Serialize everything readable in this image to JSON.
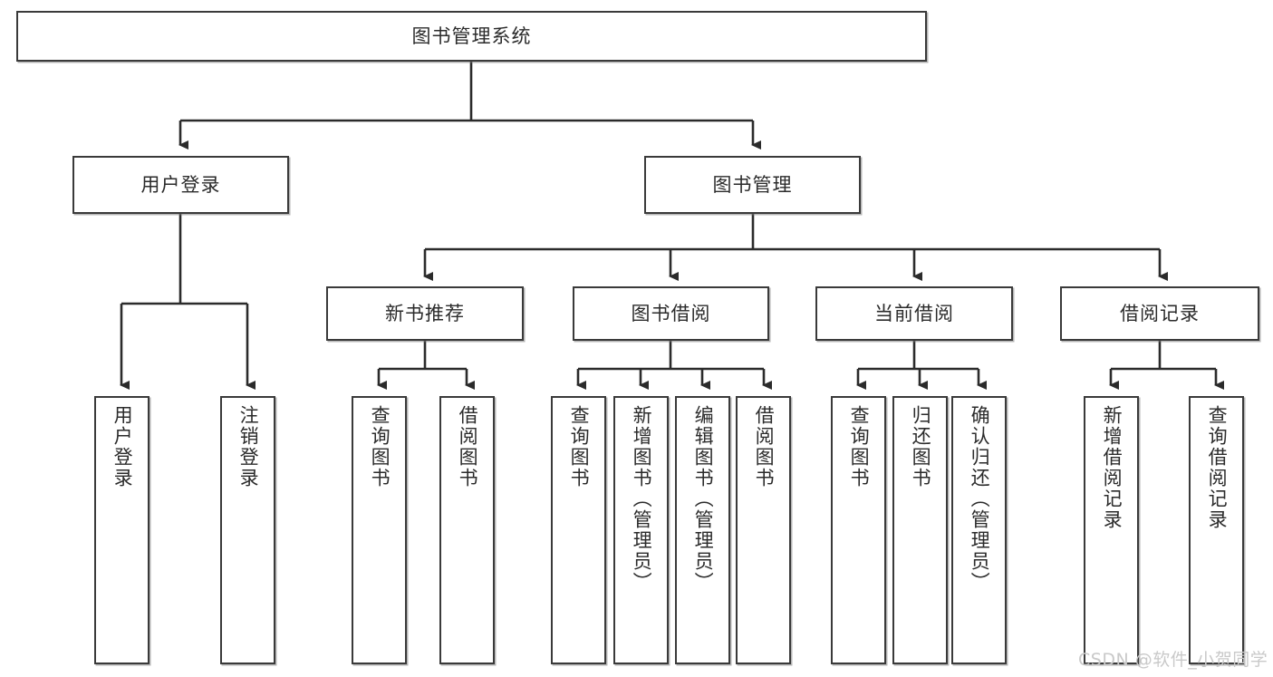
{
  "diagram": {
    "type": "tree-hierarchy",
    "title": "图书管理系统",
    "watermark": "CSDN @软件_小贺同学",
    "colors": {
      "box_border": "#3a3a3a",
      "box_fill": "#ffffff",
      "connector": "#2b2b2b",
      "text": "#2b2b2b",
      "watermark": "#c9c9c9",
      "background": "#ffffff"
    },
    "root": {
      "label": "图书管理系统"
    },
    "level2": [
      {
        "label": "用户登录"
      },
      {
        "label": "图书管理"
      }
    ],
    "level3": [
      {
        "label": "新书推荐"
      },
      {
        "label": "图书借阅"
      },
      {
        "label": "当前借阅"
      },
      {
        "label": "借阅记录"
      }
    ],
    "leaves": {
      "user_login": [
        {
          "label": "用户登录"
        },
        {
          "label": "注销登录"
        }
      ],
      "new_book_recommend": [
        {
          "label": "查询图书"
        },
        {
          "label": "借阅图书"
        }
      ],
      "book_borrow": [
        {
          "label": "查询图书"
        },
        {
          "label": "新增图书（管理员）"
        },
        {
          "label": "编辑图书（管理员）"
        },
        {
          "label": "借阅图书"
        }
      ],
      "current_borrow": [
        {
          "label": "查询图书"
        },
        {
          "label": "归还图书"
        },
        {
          "label": "确认归还（管理员）"
        }
      ],
      "borrow_record": [
        {
          "label": "新增借阅记录"
        },
        {
          "label": "查询借阅记录"
        }
      ]
    }
  }
}
